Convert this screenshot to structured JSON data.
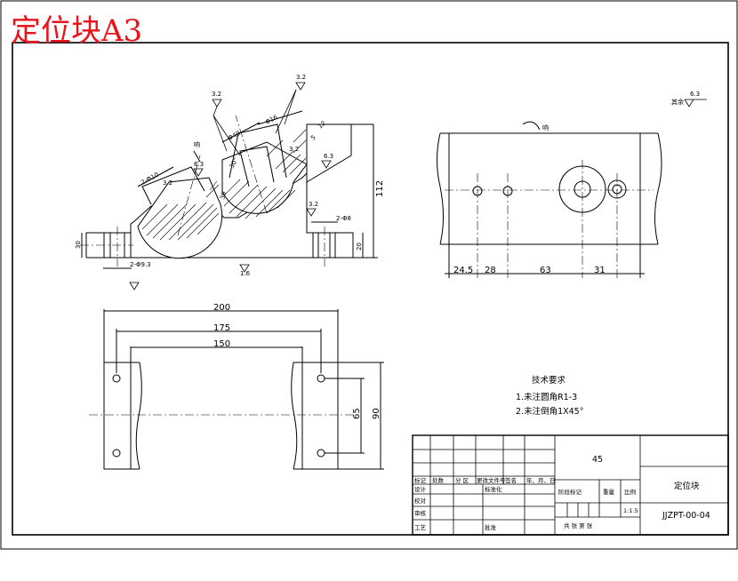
{
  "sheet": {
    "title": "定位块A3",
    "notes_title": "技术要求",
    "notes": [
      "1.未注圆角R1-3",
      "2.未注倒角1X45°"
    ],
    "roughness_rest_label": "其余",
    "roughness_rest_value": "6.3",
    "direction_label": "响"
  },
  "front_view": {
    "height": "112",
    "left_height": "30",
    "right_height": "20",
    "hole_left": "2-Φ9.3",
    "hole_right": "2-Φ8",
    "bore_left": "2-Φ10",
    "d40": "Φ40",
    "d16": "Φ16",
    "r36": "36",
    "r5": "5",
    "r12": "12",
    "angle": "30°",
    "roughness": [
      "3.2",
      "3.2",
      "3.2",
      "6.3",
      "3.2",
      "6.3",
      "3.2",
      "1.6"
    ]
  },
  "side_view": {
    "dims": [
      "24.5",
      "28",
      "63",
      "31"
    ]
  },
  "top_view": {
    "w200": "200",
    "w175": "175",
    "w150": "150",
    "h65": "65",
    "h90": "90"
  },
  "title_block": {
    "material": "45",
    "part_name": "定位块",
    "drawing_no": "JJZPT-00-04",
    "scale": "1:1.5",
    "row_labels": [
      "标记",
      "处数",
      "分 区",
      "更改文件号",
      "签名",
      "年、月、日"
    ],
    "design": "设计",
    "std": "标准化",
    "check": "校对",
    "review": "审核",
    "process": "工艺",
    "approve": "批准",
    "stage_mark": "阶段标记",
    "weight": "重量",
    "ratio": "比例",
    "sheets": "共   张  第   张"
  }
}
